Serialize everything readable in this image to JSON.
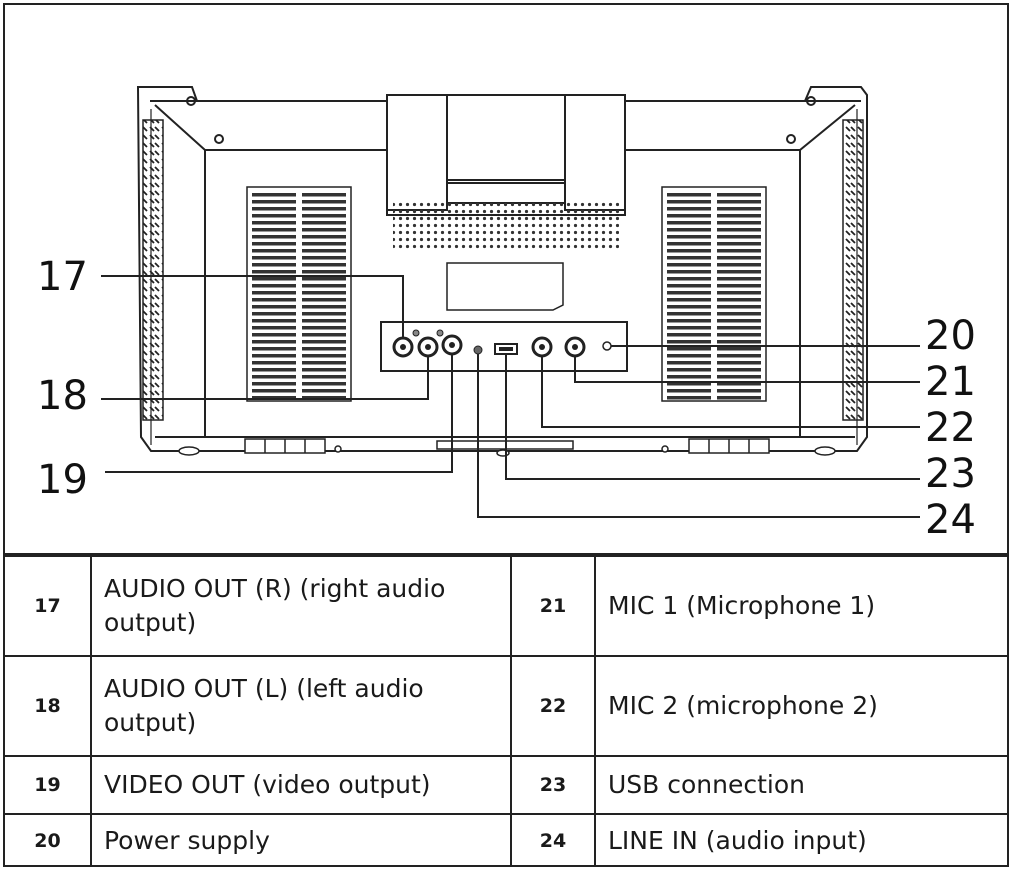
{
  "callouts": [
    {
      "number": "17",
      "label": "AUDIO OUT (R) (right audio output)"
    },
    {
      "number": "18",
      "label": "AUDIO OUT (L) (left audio output)"
    },
    {
      "number": "19",
      "label": "VIDEO OUT (video output)"
    },
    {
      "number": "20",
      "label": "Power supply"
    },
    {
      "number": "21",
      "label": "MIC 1 (Microphone 1)"
    },
    {
      "number": "22",
      "label": "MIC 2 (microphone 2)"
    },
    {
      "number": "23",
      "label": "USB connection"
    },
    {
      "number": "24",
      "label": "LINE IN (audio input)"
    }
  ],
  "legend": {
    "rows": [
      {
        "left_num": "17",
        "left_text": "AUDIO OUT (R) (right audio output)",
        "right_num": "21",
        "right_text": "MIC 1 (Microphone 1)"
      },
      {
        "left_num": "18",
        "left_text": "AUDIO OUT (L) (left audio output)",
        "right_num": "22",
        "right_text": "MIC 2 (microphone 2)"
      },
      {
        "left_num": "19",
        "left_text": "VIDEO OUT (video output)",
        "right_num": "23",
        "right_text": "USB connection"
      },
      {
        "left_num": "20",
        "left_text": "Power supply",
        "right_num": "24",
        "right_text": "LINE IN (audio input)"
      }
    ]
  }
}
